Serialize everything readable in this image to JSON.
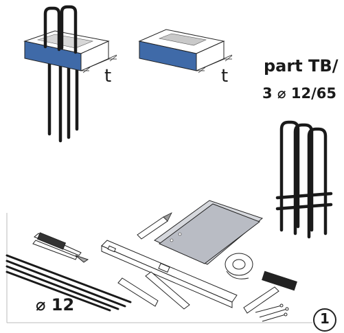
{
  "labels": {
    "dim_left": "t",
    "dim_right": "t",
    "part_title": "part TB/",
    "part_spec": "3 ⌀ 12/65",
    "rebar_size": "⌀ 12",
    "step_number": "1"
  },
  "colors": {
    "block_blue": "#3f6aa8",
    "block_blue_dark": "#2f5189",
    "rod": "#1a1a1a",
    "panel_gray": "#b9bcc4",
    "line": "#222222"
  },
  "icons": [
    "rebar-loop-icon",
    "pliers-icon",
    "pencil-icon",
    "spirit-level-icon",
    "tape-roll-icon",
    "hammer-icon",
    "nail-icon",
    "rebar-cage-icon"
  ]
}
